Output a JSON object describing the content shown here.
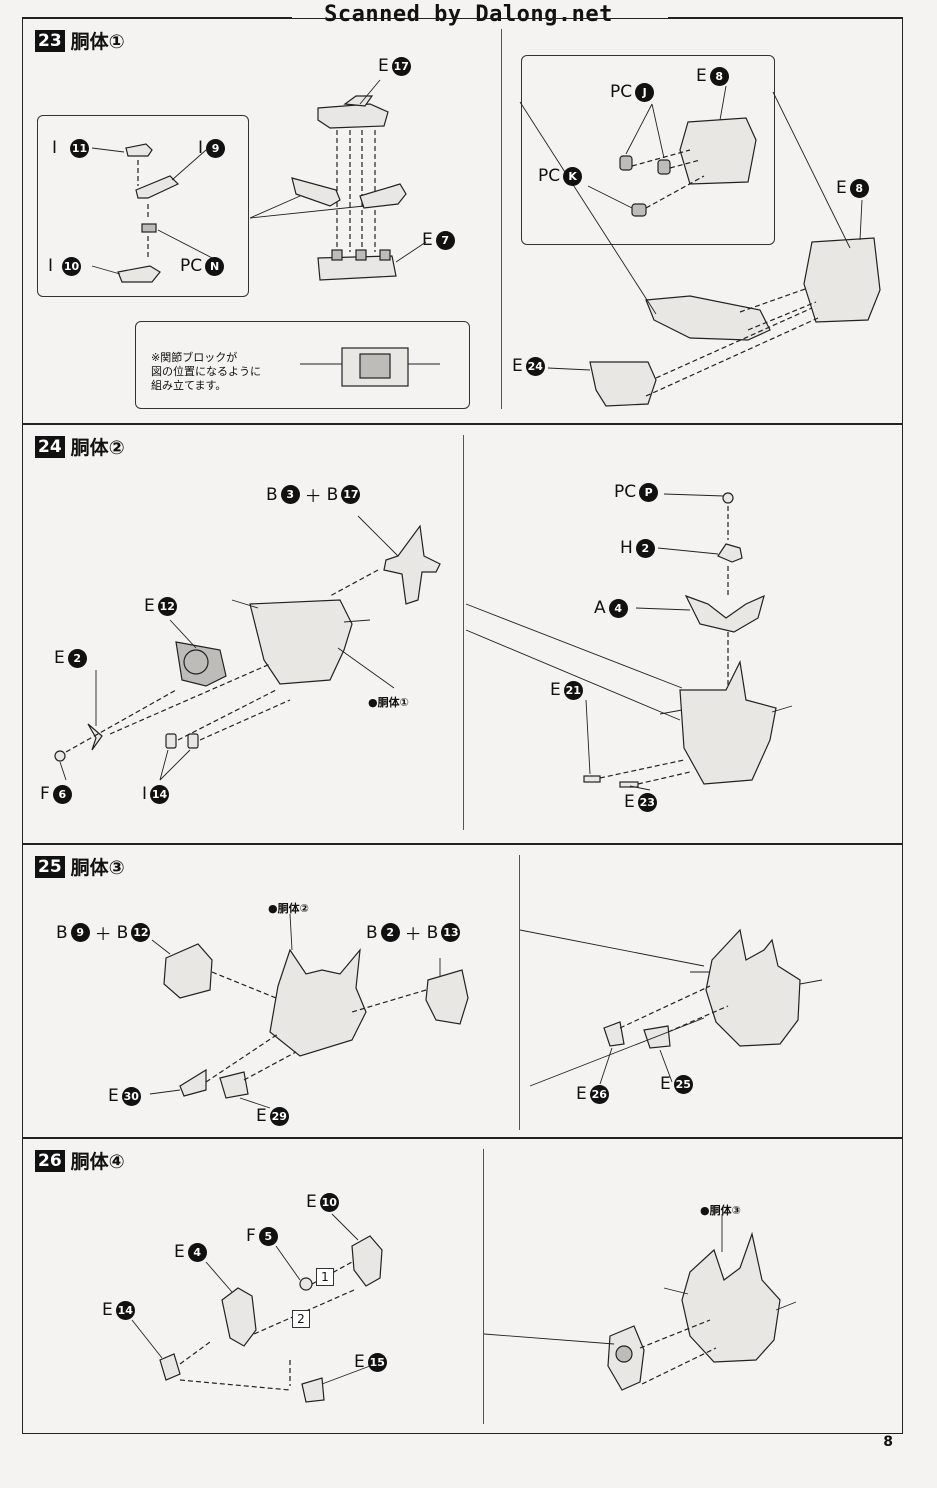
{
  "watermark": "Scanned by Dalong.net",
  "page_number": "8",
  "steps": [
    {
      "number": "23",
      "title": "胴体①",
      "callouts": {
        "e17": {
          "letter": "E",
          "num": "17"
        },
        "i11": {
          "letter": "I",
          "num": "11"
        },
        "i9": {
          "letter": "I",
          "num": "9"
        },
        "i10": {
          "letter": "I",
          "num": "10"
        },
        "pcN": {
          "letter": "PC",
          "num": "N"
        },
        "e7": {
          "letter": "E",
          "num": "7"
        },
        "pcJ": {
          "letter": "PC",
          "num": "J"
        },
        "pcK": {
          "letter": "PC",
          "num": "K"
        },
        "e8a": {
          "letter": "E",
          "num": "8"
        },
        "e8b": {
          "letter": "E",
          "num": "8"
        },
        "e24": {
          "letter": "E",
          "num": "24"
        }
      },
      "note": [
        "※関節ブロックが",
        "図の位置になるように",
        "組み立てます。"
      ]
    },
    {
      "number": "24",
      "title": "胴体②",
      "callouts": {
        "b3": {
          "letter": "B",
          "num": "3"
        },
        "b17": {
          "letter": "B",
          "num": "17"
        },
        "e12": {
          "letter": "E",
          "num": "12"
        },
        "e2": {
          "letter": "E",
          "num": "2"
        },
        "f6": {
          "letter": "F",
          "num": "6"
        },
        "i14": {
          "letter": "I",
          "num": "14"
        },
        "pcP": {
          "letter": "PC",
          "num": "P"
        },
        "h2": {
          "letter": "H",
          "num": "2"
        },
        "a4": {
          "letter": "A",
          "num": "4"
        },
        "e21": {
          "letter": "E",
          "num": "21"
        },
        "e23": {
          "letter": "E",
          "num": "23"
        }
      },
      "ref": "●胴体①"
    },
    {
      "number": "25",
      "title": "胴体③",
      "callouts": {
        "b9": {
          "letter": "B",
          "num": "9"
        },
        "b12": {
          "letter": "B",
          "num": "12"
        },
        "b2": {
          "letter": "B",
          "num": "2"
        },
        "b13": {
          "letter": "B",
          "num": "13"
        },
        "e30": {
          "letter": "E",
          "num": "30"
        },
        "e29": {
          "letter": "E",
          "num": "29"
        },
        "e26": {
          "letter": "E",
          "num": "26"
        },
        "e25": {
          "letter": "E",
          "num": "25"
        }
      },
      "ref": "●胴体②"
    },
    {
      "number": "26",
      "title": "胴体④",
      "callouts": {
        "e10": {
          "letter": "E",
          "num": "10"
        },
        "f5": {
          "letter": "F",
          "num": "5"
        },
        "e4": {
          "letter": "E",
          "num": "4"
        },
        "e14": {
          "letter": "E",
          "num": "14"
        },
        "e15": {
          "letter": "E",
          "num": "15"
        }
      },
      "order": [
        "1",
        "2"
      ],
      "ref": "●胴体③"
    }
  ],
  "plus": "＋"
}
